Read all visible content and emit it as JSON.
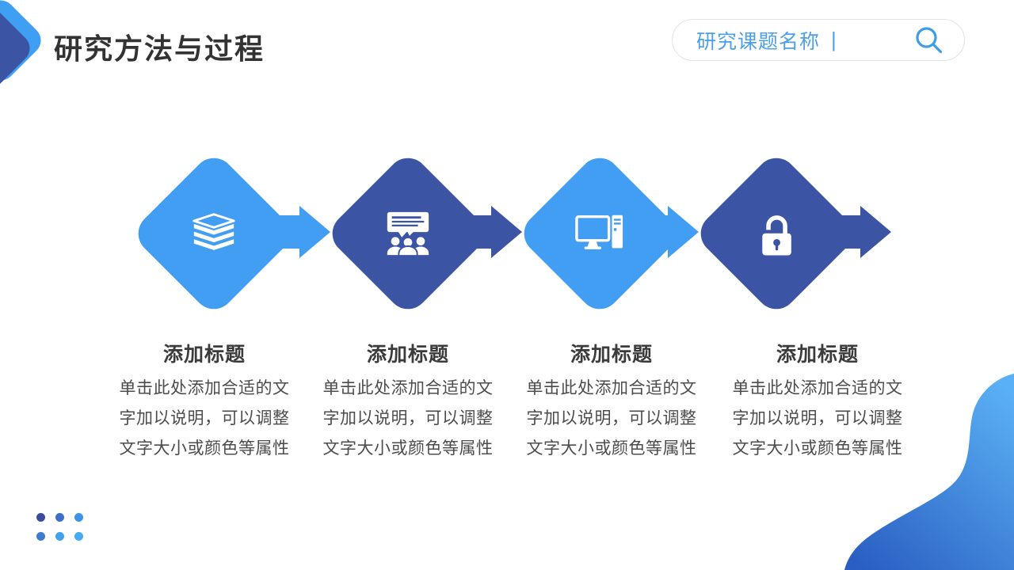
{
  "header": {
    "title": "研究方法与过程",
    "search": {
      "value": "研究课题名称",
      "cursor": "|"
    }
  },
  "process": {
    "steps": [
      {
        "icon": "books-icon",
        "title": "添加标题",
        "body": "单击此处添加合适的文字加以说明，可以调整文字大小或颜色等属性"
      },
      {
        "icon": "group-discussion-icon",
        "title": "添加标题",
        "body": "单击此处添加合适的文字加以说明，可以调整文字大小或颜色等属性"
      },
      {
        "icon": "desktop-computer-icon",
        "title": "添加标题",
        "body": "单击此处添加合适的文字加以说明，可以调整文字大小或颜色等属性"
      },
      {
        "icon": "unlocked-padlock-icon",
        "title": "添加标题",
        "body": "单击此处添加合适的文字加以说明，可以调整文字大小或颜色等属性"
      }
    ]
  },
  "palette": {
    "light_blue": "#419EF2",
    "dark_blue": "#3B54A4",
    "search_blue": "#4BA0E8",
    "heading_text": "#3B3B3B",
    "body_text": "#4C4C4C",
    "dot_colors": [
      "#3A4C9F",
      "#3E6FC8",
      "#3F93E4",
      "#3F7ACF",
      "#42A1ED",
      "#45ABF4"
    ],
    "blob_gradient": [
      "#5AB0F4",
      "#2A5EC2"
    ]
  }
}
